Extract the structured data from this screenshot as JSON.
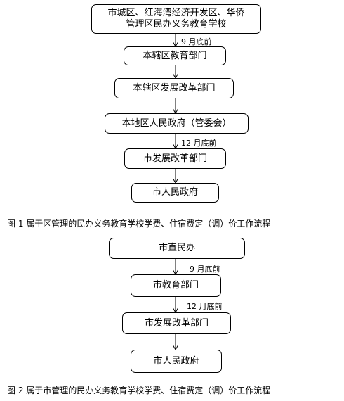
{
  "figure1": {
    "nodes": [
      {
        "id": "f1-school",
        "lines": [
          "市城区、红海湾经济开发区、华侨",
          "管理区民办义务教育学校"
        ]
      },
      {
        "id": "f1-district-edu",
        "lines": [
          "本辖区教育部门"
        ]
      },
      {
        "id": "f1-district-ndrc",
        "lines": [
          "本辖区发展改革部门"
        ]
      },
      {
        "id": "f1-local-gov",
        "lines": [
          "本地区人民政府（管委会）"
        ]
      },
      {
        "id": "f1-city-ndrc",
        "lines": [
          "市发展改革部门"
        ]
      },
      {
        "id": "f1-city-gov",
        "lines": [
          "市人民政府"
        ]
      }
    ],
    "notes": {
      "deadline1": "9 月底前",
      "deadline2": "12 月底前"
    },
    "caption": "图 1   属于区管理的民办义务教育学校学费、住宿费定（调）价工作流程"
  },
  "figure2": {
    "nodes": [
      {
        "id": "f2-city-private",
        "lines": [
          "市直民办"
        ]
      },
      {
        "id": "f2-city-edu",
        "lines": [
          "市教育部门"
        ]
      },
      {
        "id": "f2-city-ndrc",
        "lines": [
          "市发展改革部门"
        ]
      },
      {
        "id": "f2-city-gov",
        "lines": [
          "市人民政府"
        ]
      }
    ],
    "notes": {
      "deadline1": "9 月底前",
      "deadline2": "12 月底前"
    },
    "caption": "图 2   属于市管理的民办义务教育学校学费、住宿费定（调）价工作流程"
  }
}
